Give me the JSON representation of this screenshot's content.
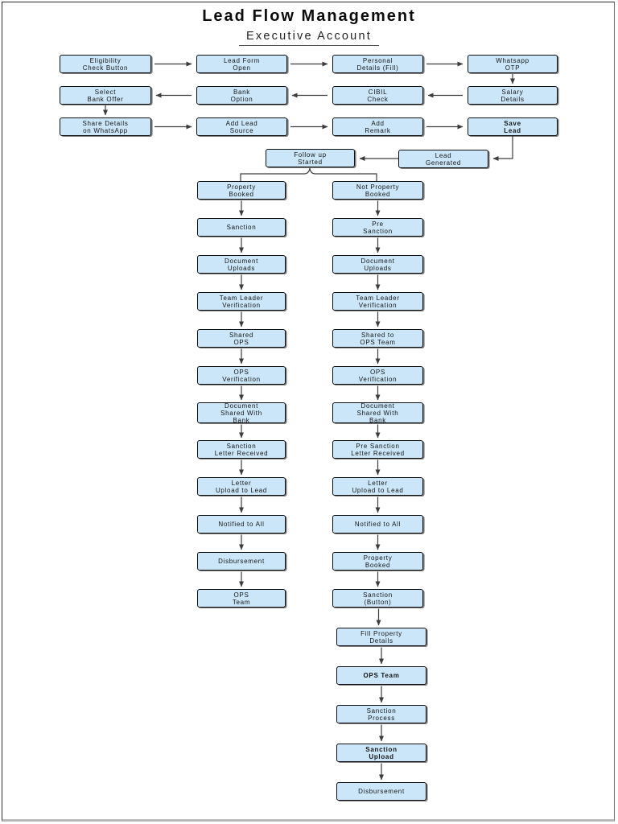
{
  "page": {
    "title": "Lead Flow Management",
    "subtitle": "Executive Account"
  },
  "colors": {
    "node_fill": "#cbe6f8",
    "node_border": "#0f0f0f",
    "arrow": "#3d3d3d",
    "background": "#ffffff"
  },
  "flow": {
    "top_rows": [
      {
        "arrow_direction": "right",
        "nodes": [
          {
            "lines": [
              "Eligibility",
              "Check Button"
            ],
            "bold": false
          },
          {
            "lines": [
              "Lead Form",
              "Open"
            ],
            "bold": false
          },
          {
            "lines": [
              "Personal",
              "Details (Fill)"
            ],
            "bold": false
          },
          {
            "lines": [
              "Whatsapp",
              "OTP"
            ],
            "bold": false
          }
        ]
      },
      {
        "arrow_direction": "left",
        "nodes": [
          {
            "lines": [
              "Select",
              "Bank Offer"
            ],
            "bold": false
          },
          {
            "lines": [
              "Bank",
              "Option"
            ],
            "bold": false
          },
          {
            "lines": [
              "CIBIL",
              "Check"
            ],
            "bold": false
          },
          {
            "lines": [
              "Salary",
              "Details"
            ],
            "bold": false
          }
        ]
      },
      {
        "arrow_direction": "right",
        "nodes": [
          {
            "lines": [
              "Share Details",
              "on WhatsApp"
            ],
            "bold": false
          },
          {
            "lines": [
              "Add Lead",
              "Source"
            ],
            "bold": false
          },
          {
            "lines": [
              "Add",
              "Remark"
            ],
            "bold": false
          },
          {
            "lines": [
              "Save",
              "Lead"
            ],
            "bold": true
          }
        ]
      }
    ],
    "follow_up": {
      "lines": [
        "Follow up",
        "Started"
      ],
      "bold": false
    },
    "lead_generated": {
      "lines": [
        "Lead",
        "Generated"
      ],
      "bold": false
    },
    "left_branch": [
      {
        "lines": [
          "Property",
          "Booked"
        ],
        "bold": false
      },
      {
        "lines": [
          "Sanction"
        ],
        "bold": false
      },
      {
        "lines": [
          "Document",
          "Uploads"
        ],
        "bold": false
      },
      {
        "lines": [
          "Team Leader",
          "Verification"
        ],
        "bold": false
      },
      {
        "lines": [
          "Shared",
          "OPS"
        ],
        "bold": false
      },
      {
        "lines": [
          "OPS",
          "Verification"
        ],
        "bold": false
      },
      {
        "lines": [
          "Document",
          "Shared With",
          "Bank"
        ],
        "bold": false
      },
      {
        "lines": [
          "Sanction",
          "Letter Received"
        ],
        "bold": false
      },
      {
        "lines": [
          "Letter",
          "Upload to Lead"
        ],
        "bold": false
      },
      {
        "lines": [
          "Notified to All"
        ],
        "bold": false
      },
      {
        "lines": [
          "Disbursement"
        ],
        "bold": false
      },
      {
        "lines": [
          "OPS",
          "Team"
        ],
        "bold": false
      }
    ],
    "right_branch": [
      {
        "lines": [
          "Not Property",
          "Booked"
        ],
        "bold": false
      },
      {
        "lines": [
          "Pre",
          "Sanction"
        ],
        "bold": false
      },
      {
        "lines": [
          "Document",
          "Uploads"
        ],
        "bold": false
      },
      {
        "lines": [
          "Team Leader",
          "Verification"
        ],
        "bold": false
      },
      {
        "lines": [
          "Shared to",
          "OPS Team"
        ],
        "bold": false
      },
      {
        "lines": [
          "OPS",
          "Verification"
        ],
        "bold": false
      },
      {
        "lines": [
          "Document",
          "Shared With",
          "Bank"
        ],
        "bold": false
      },
      {
        "lines": [
          "Pre Sanction",
          "Letter Received"
        ],
        "bold": false
      },
      {
        "lines": [
          "Letter",
          "Upload to Lead"
        ],
        "bold": false
      },
      {
        "lines": [
          "Notified to All"
        ],
        "bold": false
      },
      {
        "lines": [
          "Property",
          "Booked"
        ],
        "bold": false
      },
      {
        "lines": [
          "Sanction",
          "(Button)"
        ],
        "bold": false
      }
    ],
    "tail_branch": [
      {
        "lines": [
          "Fill Property",
          "Details"
        ],
        "bold": false
      },
      {
        "lines": [
          "OPS Team"
        ],
        "bold": true
      },
      {
        "lines": [
          "Sanction",
          "Process"
        ],
        "bold": false
      },
      {
        "lines": [
          "Sanction",
          "Upload"
        ],
        "bold": true
      },
      {
        "lines": [
          "Disbursement"
        ],
        "bold": false
      }
    ]
  }
}
